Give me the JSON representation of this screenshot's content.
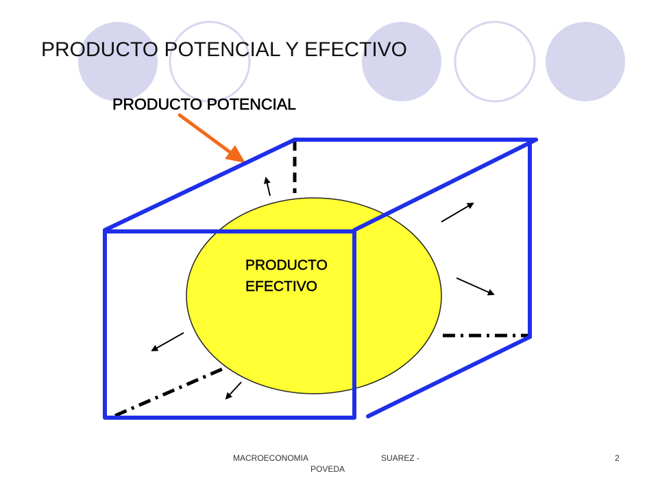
{
  "slide": {
    "title": "PRODUCTO POTENCIAL Y EFECTIVO",
    "footer": {
      "course": "MACROECONOMIA",
      "author_line1": "SUAREZ -",
      "author_line2": "POVEDA",
      "page_number": "2"
    }
  },
  "diagram": {
    "potential_label": "PRODUCTO POTENCIAL",
    "effective_label_line1": "PRODUCTO",
    "effective_label_line2": "EFECTIVO"
  },
  "colors": {
    "box_edge": "#1f2fe8",
    "ellipse_fill": "#ffff33",
    "ellipse_stroke": "#222222",
    "pointer_arrow": "#f26a1b",
    "dashed_edge": "#000000",
    "deco_circle_fill": "#d6d6ef",
    "deco_circle_stroke": "#d6d6ef"
  }
}
